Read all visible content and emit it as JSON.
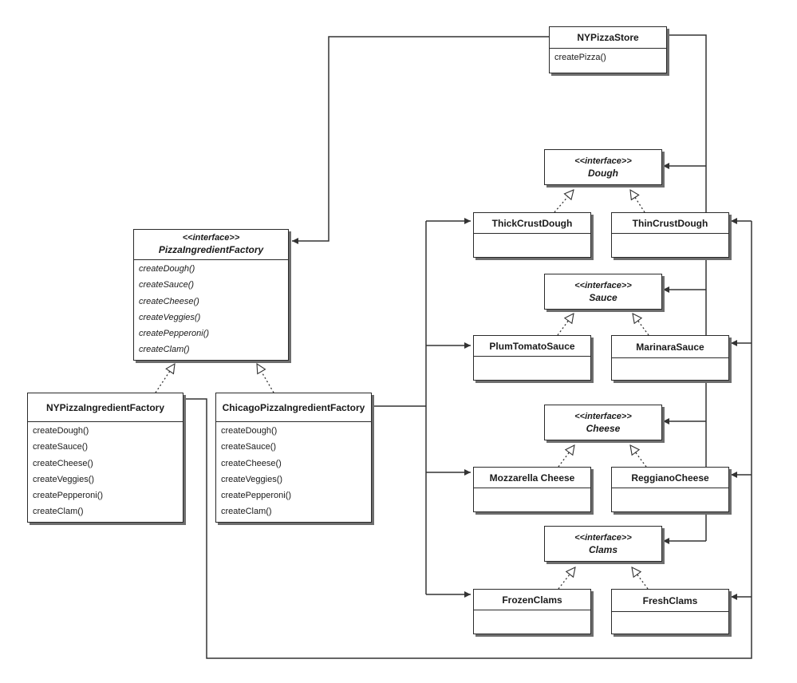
{
  "diagram": {
    "classes": {
      "ny_pizza_store": {
        "name": "NYPizzaStore",
        "methods": [
          "createPizza()"
        ]
      },
      "pizza_ingredient_factory": {
        "stereotype": "<<interface>>",
        "name": "PizzaIngredientFactory",
        "methods": [
          "createDough()",
          "createSauce()",
          "createCheese()",
          "createVeggies()",
          "createPepperoni()",
          "createClam()"
        ]
      },
      "ny_pizza_ingredient_factory": {
        "name": "NYPizzaIngredientFactory",
        "methods": [
          "createDough()",
          "createSauce()",
          "createCheese()",
          "createVeggies()",
          "createPepperoni()",
          "createClam()"
        ]
      },
      "chicago_pizza_ingredient_factory": {
        "name": "ChicagoPizzaIngredientFactory",
        "methods": [
          "createDough()",
          "createSauce()",
          "createCheese()",
          "createVeggies()",
          "createPepperoni()",
          "createClam()"
        ]
      },
      "dough": {
        "stereotype": "<<interface>>",
        "name": "Dough"
      },
      "thick_crust_dough": {
        "name": "ThickCrustDough"
      },
      "thin_crust_dough": {
        "name": "ThinCrustDough"
      },
      "sauce": {
        "stereotype": "<<interface>>",
        "name": "Sauce"
      },
      "plum_tomato_sauce": {
        "name": "PlumTomatoSauce"
      },
      "marinara_sauce": {
        "name": "MarinaraSauce"
      },
      "cheese": {
        "stereotype": "<<interface>>",
        "name": "Cheese"
      },
      "mozzarella_cheese": {
        "name": "Mozzarella Cheese"
      },
      "reggiano_cheese": {
        "name": "ReggianoCheese"
      },
      "clams": {
        "stereotype": "<<interface>>",
        "name": "Clams"
      },
      "frozen_clams": {
        "name": "FrozenClams"
      },
      "fresh_clams": {
        "name": "FreshClams"
      }
    },
    "colors": {
      "line": "#333333",
      "border": "#2a2a2a",
      "shadow": "#6d6d6d"
    }
  }
}
